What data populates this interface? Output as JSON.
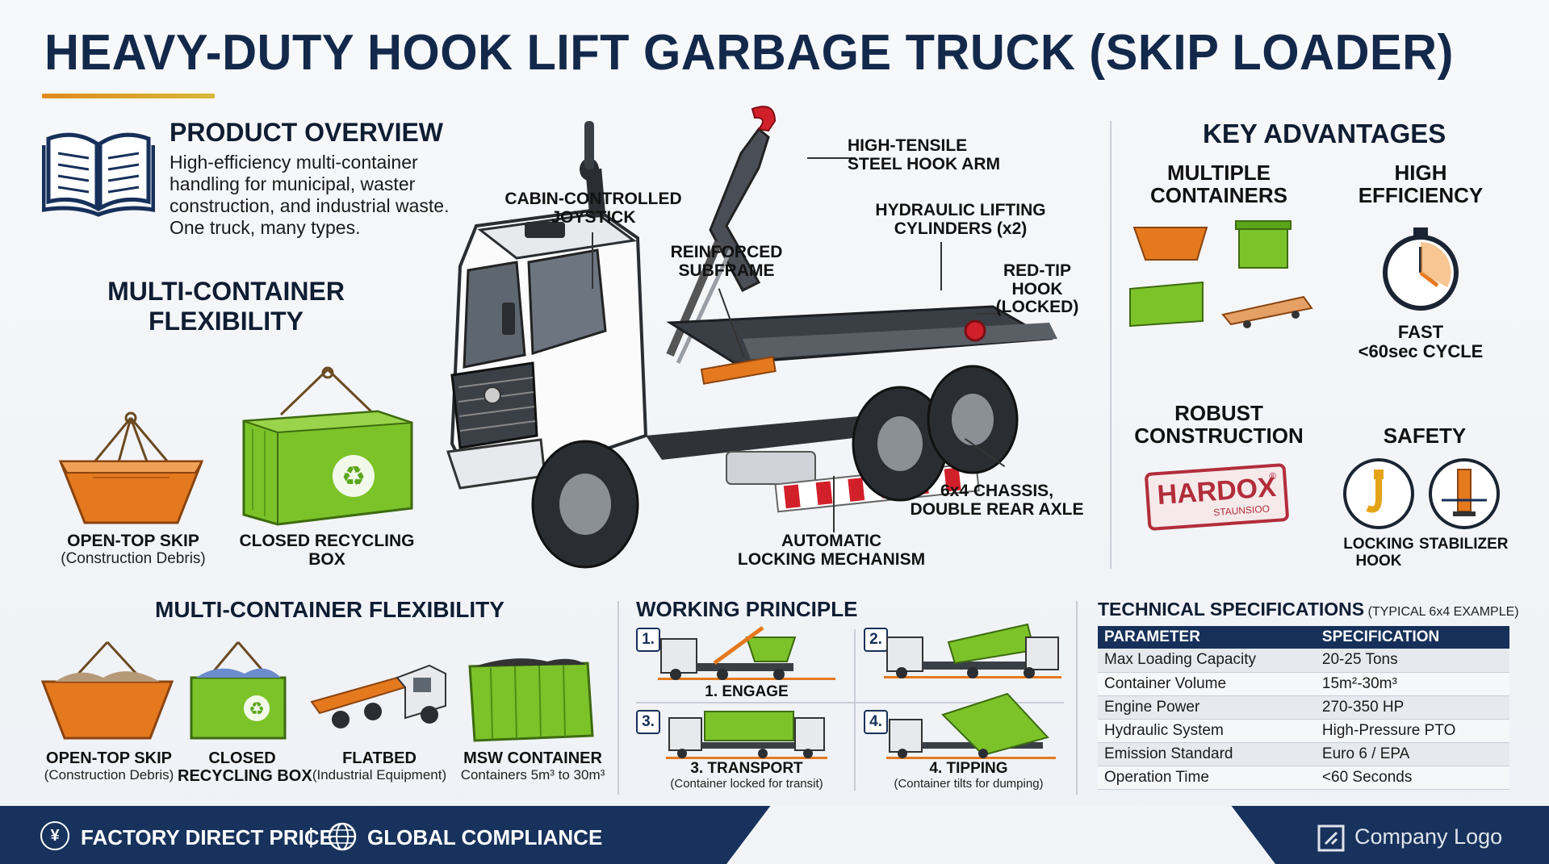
{
  "title": "HEAVY-DUTY HOOK LIFT GARBAGE TRUCK (SKIP LOADER)",
  "overview": {
    "heading": "PRODUCT OVERVIEW",
    "lines": [
      "High-efficiency multi-container",
      "handling for municipal, waster",
      "construction, and industrial waste.",
      "One truck, many types."
    ]
  },
  "flex_top": {
    "heading_line1": "MULTI-CONTAINER",
    "heading_line2": "FLEXIBILITY",
    "items": [
      {
        "label": "OPEN-TOP SKIP",
        "sub": "(Construction Debris)"
      },
      {
        "label_line1": "CLOSED RECYCLING",
        "label_line2": "BOX"
      }
    ]
  },
  "truck_callouts": {
    "joystick_1": "CABIN-CONTROLLED",
    "joystick_2": "JOYSTICK",
    "hook_arm_1": "HIGH-TENSILE",
    "hook_arm_2": "STEEL HOOK ARM",
    "subframe_1": "REINFORCED",
    "subframe_2": "SUBFRAME",
    "cylinders_1": "HYDRAULIC LIFTING",
    "cylinders_2": "CYLINDERS (x2)",
    "redtip_1": "RED-TIP",
    "redtip_2": "HOOK",
    "redtip_3": "(LOCKED)",
    "chassis_1": "6x4 CHASSIS,",
    "chassis_2": "DOUBLE REAR AXLE",
    "locking_1": "AUTOMATIC",
    "locking_2": "LOCKING MECHANISM"
  },
  "advantages": {
    "heading": "KEY ADVANTAGES",
    "multi_1": "MULTIPLE",
    "multi_2": "CONTAINERS",
    "eff_1": "HIGH",
    "eff_2": "EFFICIENCY",
    "fast_1": "FAST",
    "fast_2": "<60sec CYCLE",
    "robust_1": "ROBUST",
    "robust_2": "CONSTRUCTION",
    "hardox": "HARDOX",
    "hardox_reg": "®",
    "hardox_sub": "STAUNSIOO",
    "safety": "SAFETY",
    "locking_1": "LOCKING",
    "locking_2": "HOOK",
    "stabilizer": "STABILIZER"
  },
  "flex_bottom": {
    "heading": "MULTI-CONTAINER FLEXIBILITY",
    "items": [
      {
        "label": "OPEN-TOP SKIP",
        "sub": "(Construction Debris)"
      },
      {
        "label": "CLOSED",
        "label2": "RECYCLING BOX"
      },
      {
        "label": "FLATBED",
        "sub": "(Industrial Equipment)"
      },
      {
        "label": "MSW CONTAINER",
        "sub": "Containers 5m³ to 30m³"
      }
    ]
  },
  "working": {
    "heading": "WORKING PRINCIPLE",
    "steps": [
      {
        "num": "1.",
        "label": "1. ENGAGE",
        "sub": ""
      },
      {
        "num": "2.",
        "label": "",
        "sub": ""
      },
      {
        "num": "3.",
        "label": "3. TRANSPORT",
        "sub": "(Container locked for transit)"
      },
      {
        "num": "4.",
        "label": "4. TIPPING",
        "sub": "(Container tilts for dumping)"
      }
    ]
  },
  "specs": {
    "heading": "TECHNICAL SPECIFICATIONS",
    "heading_sub": "(TYPICAL 6x4 EXAMPLE)",
    "col1": "PARAMETER",
    "col2": "SPECIFICATION",
    "rows": [
      [
        "Max Loading Capacity",
        "20-25 Tons"
      ],
      [
        "Container Volume",
        "15m²-30m³"
      ],
      [
        "Engine Power",
        "270-350 HP"
      ],
      [
        "Hydraulic System",
        "High-Pressure PTO"
      ],
      [
        "Emission Standard",
        "Euro 6 / EPA"
      ],
      [
        "Operation Time",
        "<60 Seconds"
      ]
    ]
  },
  "footer": {
    "price": "FACTORY DIRECT PRICE",
    "separator": "|",
    "compliance": "GLOBAL COMPLIANCE",
    "logo": "Company Logo",
    "yen": "¥"
  },
  "colors": {
    "navy": "#16305a",
    "orange": "#e5791e",
    "green": "#7cc32a",
    "red": "#c8323a"
  }
}
